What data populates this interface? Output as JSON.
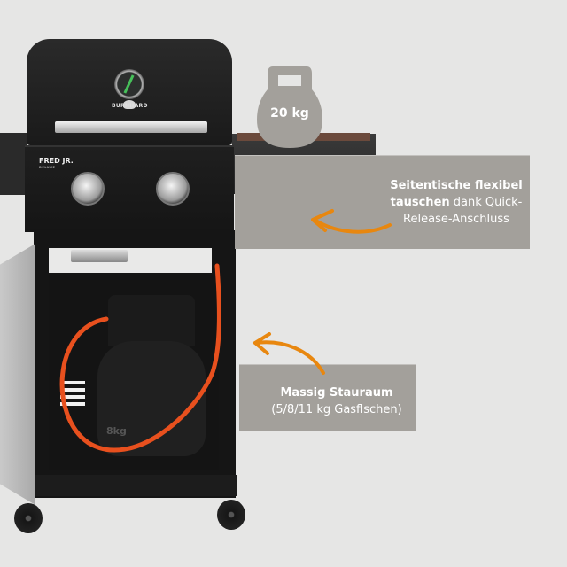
{
  "product": {
    "brand": "BURNHARD",
    "model_name": "FRED JR.",
    "model_subtitle": "DELUXE",
    "tank_marking": "8kg"
  },
  "weight_badge": {
    "icon": "kettlebell-icon",
    "label": "20 kg"
  },
  "callouts": [
    {
      "bold_text": "Seitentische flexibel tauschen",
      "normal_text": "dank Quick-Release-Anschluss",
      "arrow_icon": "curved-arrow-left-icon"
    },
    {
      "bold_text": "Massig Stauraum",
      "normal_text": "(5/8/11 kg Gasflschen)",
      "arrow_icon": "curved-arrow-left-icon"
    }
  ],
  "colors": {
    "background": "#e6e6e5",
    "band_gray": "#a3a09b",
    "arrow_orange": "#e8870f",
    "hose_orange": "#e8501e",
    "grill_black": "#1a1a1a"
  }
}
